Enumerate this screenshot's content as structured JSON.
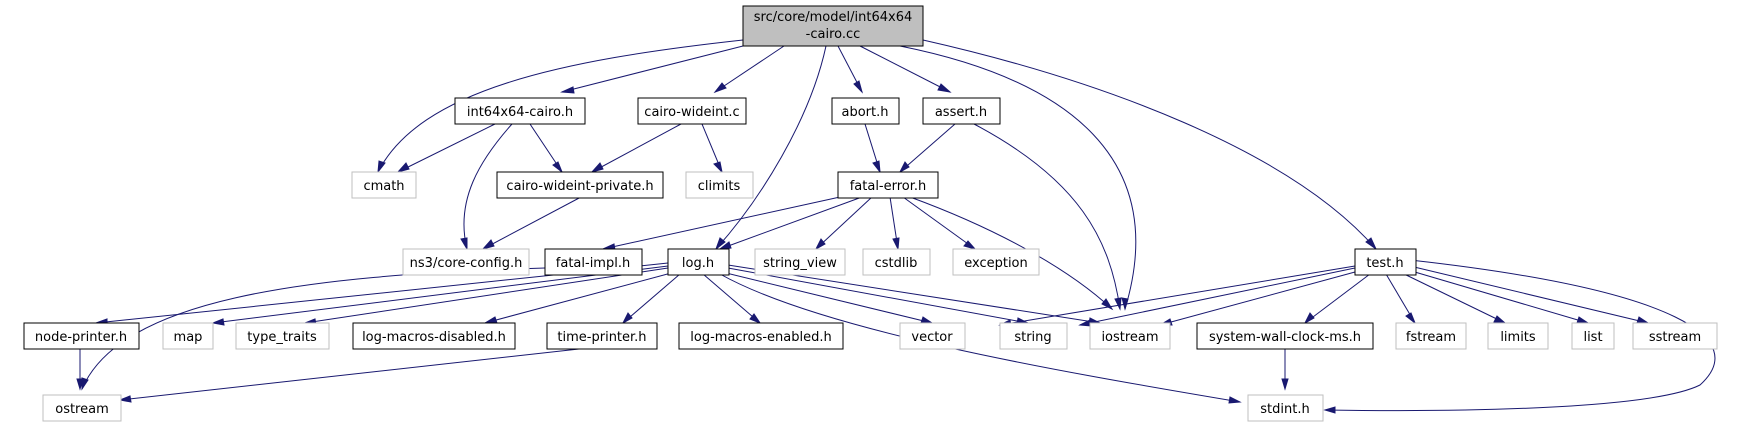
{
  "colors": {
    "edge": "#191970",
    "root_fill": "#bfbfbf",
    "node_border_dark": "#000000",
    "node_border_light": "#bfbfbf",
    "node_fill": "#ffffff"
  },
  "nodes": {
    "root": {
      "lines": [
        "src/core/model/int64x64",
        "-cairo.cc"
      ]
    },
    "int64x64_cairo_h": {
      "label": "int64x64-cairo.h"
    },
    "cairo_wideint_c": {
      "label": "cairo-wideint.c"
    },
    "abort_h": {
      "label": "abort.h"
    },
    "assert_h": {
      "label": "assert.h"
    },
    "test_h": {
      "label": "test.h"
    },
    "cmath": {
      "label": "cmath"
    },
    "cairo_wideint_private_h": {
      "label": "cairo-wideint-private.h"
    },
    "climits": {
      "label": "climits"
    },
    "fatal_error_h": {
      "label": "fatal-error.h"
    },
    "ns3_core_config_h": {
      "label": "ns3/core-config.h"
    },
    "fatal_impl_h": {
      "label": "fatal-impl.h"
    },
    "log_h": {
      "label": "log.h"
    },
    "string_view": {
      "label": "string_view"
    },
    "cstdlib": {
      "label": "cstdlib"
    },
    "exception": {
      "label": "exception"
    },
    "node_printer_h": {
      "label": "node-printer.h"
    },
    "map": {
      "label": "map"
    },
    "type_traits": {
      "label": "type_traits"
    },
    "log_macros_disabled_h": {
      "label": "log-macros-disabled.h"
    },
    "time_printer_h": {
      "label": "time-printer.h"
    },
    "log_macros_enabled_h": {
      "label": "log-macros-enabled.h"
    },
    "vector": {
      "label": "vector"
    },
    "string": {
      "label": "string"
    },
    "iostream": {
      "label": "iostream"
    },
    "system_wall_clock_ms_h": {
      "label": "system-wall-clock-ms.h"
    },
    "fstream": {
      "label": "fstream"
    },
    "limits": {
      "label": "limits"
    },
    "list": {
      "label": "list"
    },
    "sstream": {
      "label": "sstream"
    },
    "ostream": {
      "label": "ostream"
    },
    "stdint_h": {
      "label": "stdint.h"
    }
  }
}
